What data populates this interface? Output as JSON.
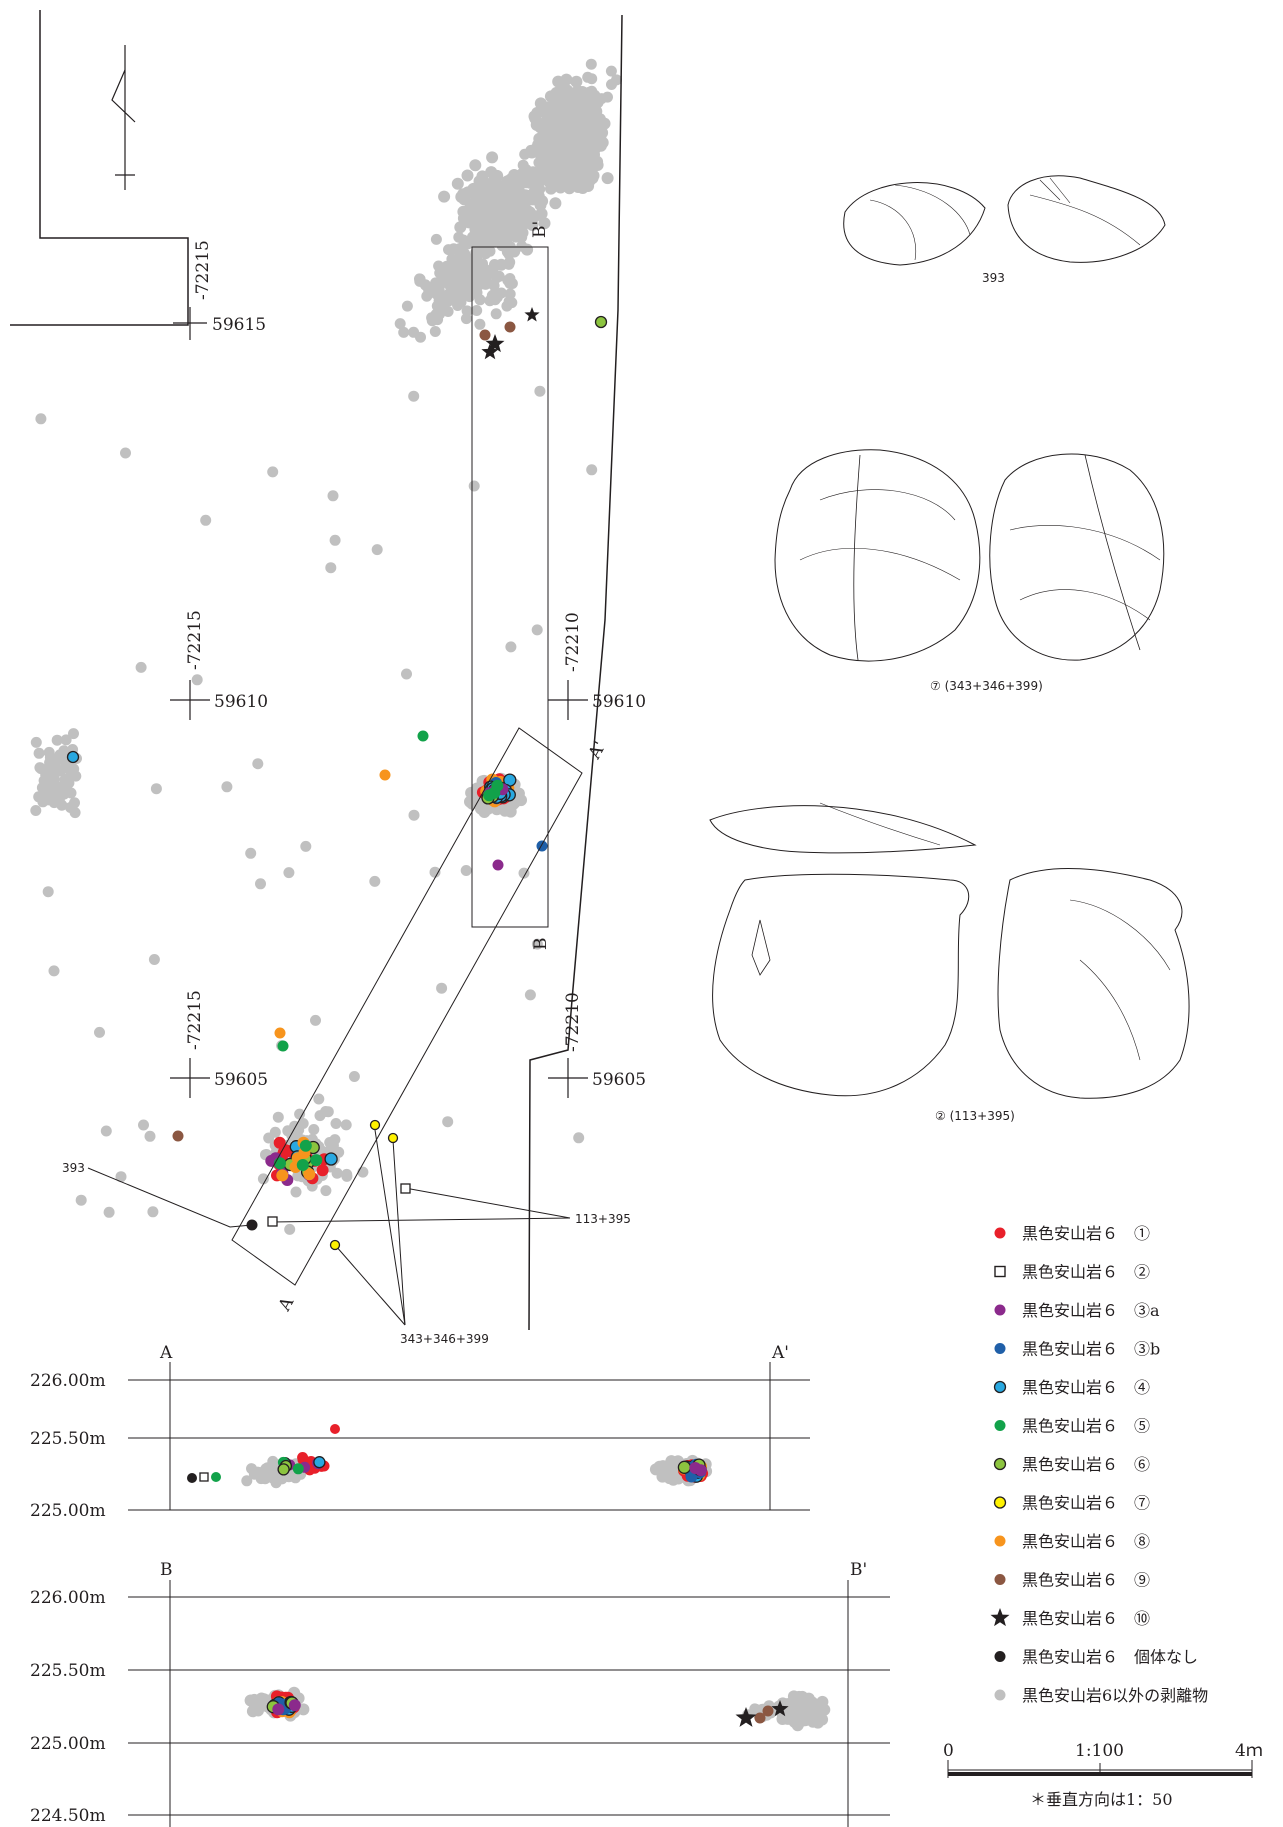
{
  "plan": {
    "grid_points": [
      {
        "north": "59615",
        "east": "-72215"
      },
      {
        "north": "59610",
        "east": "-72215"
      },
      {
        "north": "59610",
        "east": "-72210"
      },
      {
        "north": "59605",
        "east": "-72215"
      },
      {
        "north": "59605",
        "east": "-72210"
      }
    ],
    "section_markers": {
      "a": "A",
      "a_prime": "A'",
      "b": "B",
      "b_prime": "B'"
    },
    "callouts": {
      "c393": "393",
      "c113": "113+395",
      "c343": "343+346+399"
    }
  },
  "artifacts": [
    {
      "caption": "393"
    },
    {
      "caption": "⑦ (343+346+399)"
    },
    {
      "caption": "② (113+395)"
    }
  ],
  "sections": [
    {
      "start": "A",
      "end": "A'",
      "levels": [
        "226.00m",
        "225.50m",
        "225.00m"
      ]
    },
    {
      "start": "B",
      "end": "B'",
      "levels": [
        "226.00m",
        "225.50m",
        "225.00m",
        "224.50m"
      ]
    }
  ],
  "legend": [
    {
      "label": "黒色安山岩６　①",
      "color": "#e8202a",
      "shape": "dot"
    },
    {
      "label": "黒色安山岩６　②",
      "color": "#ffffff",
      "shape": "square"
    },
    {
      "label": "黒色安山岩６　③a",
      "color": "#8b2a8c",
      "shape": "dot"
    },
    {
      "label": "黒色安山岩６　③b",
      "color": "#1f5fa8",
      "shape": "dot"
    },
    {
      "label": "黒色安山岩６　④",
      "color": "#29a8e0",
      "shape": "ring"
    },
    {
      "label": "黒色安山岩６　⑤",
      "color": "#12a24a",
      "shape": "dot"
    },
    {
      "label": "黒色安山岩６　⑥",
      "color": "#8cc43f",
      "shape": "ring"
    },
    {
      "label": "黒色安山岩６　⑦",
      "color": "#fff200",
      "shape": "ring"
    },
    {
      "label": "黒色安山岩６　⑧",
      "color": "#f7941d",
      "shape": "dot"
    },
    {
      "label": "黒色安山岩６　⑨",
      "color": "#8b5742",
      "shape": "dot"
    },
    {
      "label": "黒色安山岩６　⑩",
      "color": "#231f20",
      "shape": "star"
    },
    {
      "label": "黒色安山岩６　個体なし",
      "color": "#231f20",
      "shape": "dot"
    },
    {
      "label": "黒色安山岩6以外の剥離物",
      "color": "#c0c0c0",
      "shape": "dot"
    }
  ],
  "scale_bar": {
    "left": "0",
    "mid": "1:100",
    "right": "4ｍ",
    "note": "＊垂直方向は1：50"
  }
}
